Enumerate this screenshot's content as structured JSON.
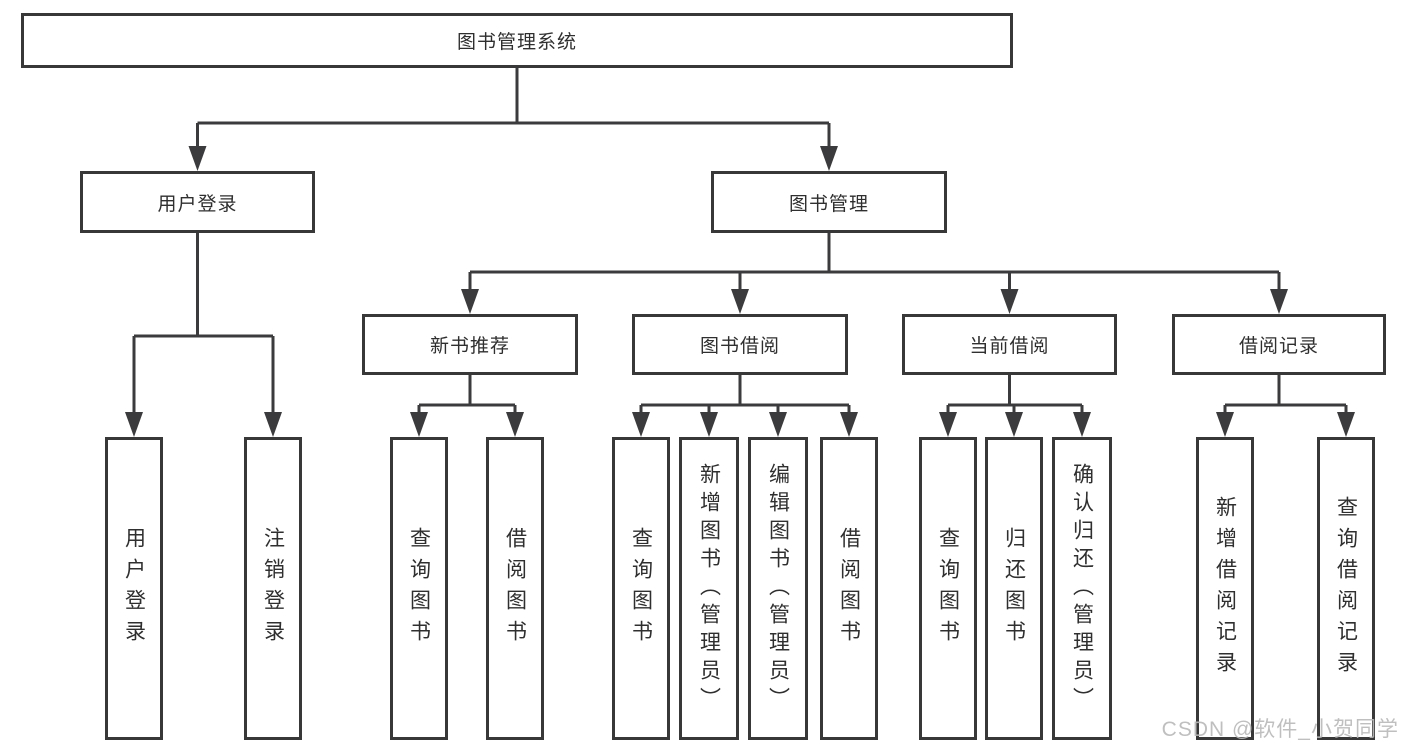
{
  "colors": {
    "line": "#3b3b3d",
    "border": "#383838",
    "text": "#2f2f2f",
    "watermark": "#b9b9b9"
  },
  "watermark": {
    "text": "CSDN @软件_小贺同学"
  },
  "diagram": {
    "type": "hierarchy",
    "root": {
      "label": "图书管理系统",
      "children": [
        {
          "label": "用户登录",
          "children": [
            {
              "label": "用户登录"
            },
            {
              "label": "注销登录"
            }
          ]
        },
        {
          "label": "图书管理",
          "children": [
            {
              "label": "新书推荐",
              "children": [
                {
                  "label": "查询图书"
                },
                {
                  "label": "借阅图书"
                }
              ]
            },
            {
              "label": "图书借阅",
              "children": [
                {
                  "label": "查询图书"
                },
                {
                  "label": "新增图书（管理员）"
                },
                {
                  "label": "编辑图书（管理员）"
                },
                {
                  "label": "借阅图书"
                }
              ]
            },
            {
              "label": "当前借阅",
              "children": [
                {
                  "label": "查询图书"
                },
                {
                  "label": "归还图书"
                },
                {
                  "label": "确认归还（管理员）"
                }
              ]
            },
            {
              "label": "借阅记录",
              "children": [
                {
                  "label": "新增借阅记录"
                },
                {
                  "label": "查询借阅记录"
                }
              ]
            }
          ]
        }
      ]
    }
  }
}
